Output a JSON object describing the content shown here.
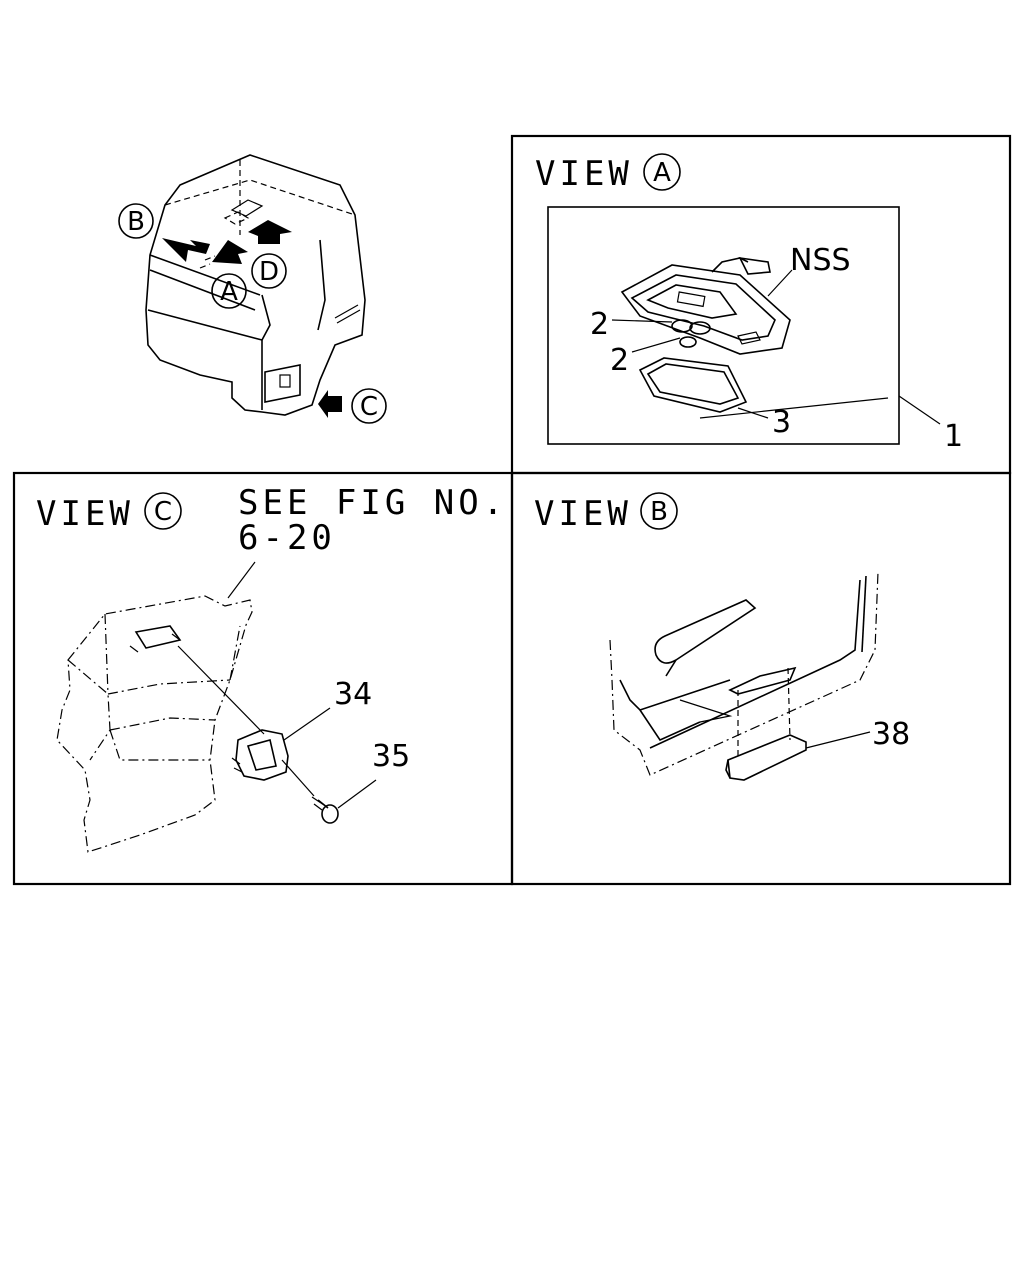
{
  "overview": {
    "callout_b": "B",
    "callout_a": "A",
    "callout_d": "D",
    "callout_c": "C"
  },
  "view_a": {
    "title": "VIEW",
    "circle": "A",
    "part_nss": "NSS",
    "part_2a": "2",
    "part_2b": "2",
    "part_3": "3",
    "part_1": "1"
  },
  "view_c": {
    "title": "VIEW",
    "circle": "C",
    "see_fig_line1": "SEE FIG NO.",
    "see_fig_line2": "6-20",
    "part_34": "34",
    "part_35": "35"
  },
  "view_b": {
    "title": "VIEW",
    "circle": "B",
    "part_38": "38"
  }
}
